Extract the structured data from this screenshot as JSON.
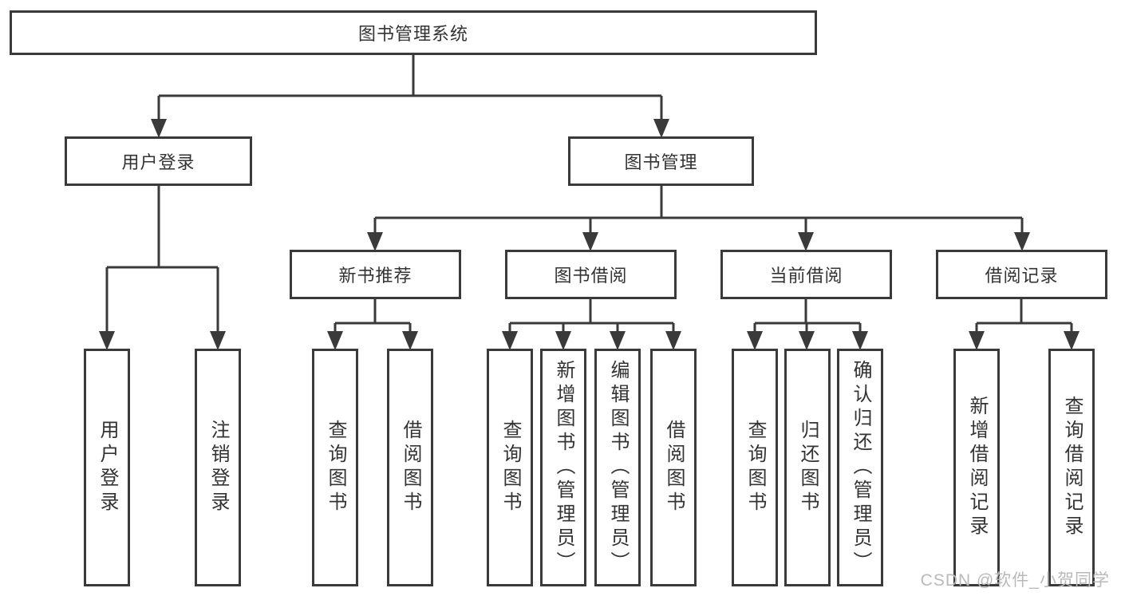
{
  "tree": {
    "root": {
      "label": "图书管理系统"
    },
    "children": [
      {
        "label": "用户登录",
        "children": [
          {
            "label": "用户登录"
          },
          {
            "label": "注销登录"
          }
        ]
      },
      {
        "label": "图书管理",
        "children": [
          {
            "label": "新书推荐",
            "children": [
              {
                "label": "查询图书"
              },
              {
                "label": "借阅图书"
              }
            ]
          },
          {
            "label": "图书借阅",
            "children": [
              {
                "label": "查询图书"
              },
              {
                "label": "新增图书（管理员）"
              },
              {
                "label": "编辑图书（管理员）"
              },
              {
                "label": "借阅图书"
              }
            ]
          },
          {
            "label": "当前借阅",
            "children": [
              {
                "label": "查询图书"
              },
              {
                "label": "归还图书"
              },
              {
                "label": "确认归还（管理员）"
              }
            ]
          },
          {
            "label": "借阅记录",
            "children": [
              {
                "label": "新增借阅记录"
              },
              {
                "label": "查询借阅记录"
              }
            ]
          }
        ]
      }
    ]
  },
  "watermark": {
    "text": "CSDN @软件_小贺同学"
  },
  "colors": {
    "line": "#3a3a3a",
    "text": "#333333",
    "watermark": "#b9b9b9"
  }
}
